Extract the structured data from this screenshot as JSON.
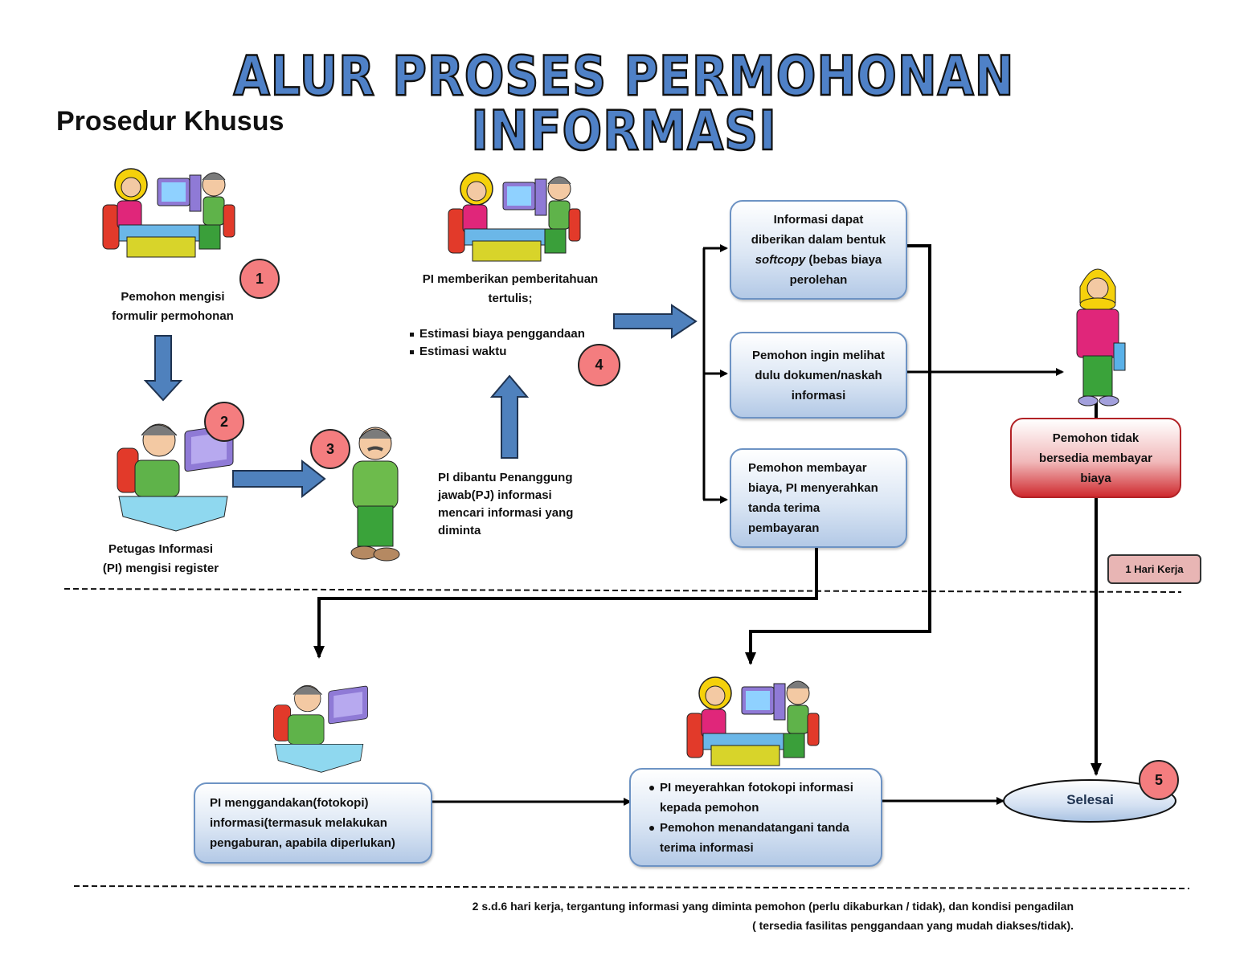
{
  "title": "ALUR PROSES PERMOHONAN INFORMASI",
  "subtitle": "Prosedur Khusus",
  "colors": {
    "title_fill": "#4f81c7",
    "badge": "#f47d7f",
    "box_border": "#6d93c4",
    "red_box_border": "#b22226",
    "block_arrow": "#4f81bd"
  },
  "steps": {
    "step1": {
      "badge": "1",
      "label_line1": "Pemohon mengisi",
      "label_line2": "formulir permohonan",
      "illustration": "applicant-and-officer-at-desk"
    },
    "step2": {
      "badge": "2",
      "label_line1": "Petugas Informasi",
      "label_line2": "(PI) mengisi register",
      "illustration": "officer-at-computer"
    },
    "step3": {
      "badge": "3",
      "illustration": "responsible-person-standing"
    },
    "step3_text": {
      "line1": "PI dibantu Penanggung",
      "line2": "jawab(PJ) informasi",
      "line3": "mencari informasi yang",
      "line4": "diminta"
    },
    "step4": {
      "badge": "4",
      "label_line1": "PI memberikan pemberitahuan",
      "label_line2": "tertulis;",
      "bullets": [
        "Estimasi biaya penggandaan",
        "Estimasi waktu"
      ],
      "illustration": "applicant-and-officer-at-desk"
    },
    "step5": {
      "badge": "5",
      "label": "Selesai"
    }
  },
  "options": {
    "softcopy": {
      "line1": "Informasi dapat",
      "line2": "diberikan dalam bentuk",
      "line3_italic": "softcopy",
      "line3_rest": " (bebas biaya",
      "line4": "perolehan"
    },
    "view_first": {
      "line1": "Pemohon ingin melihat",
      "line2": "dulu dokumen/naskah",
      "line3": "informasi"
    },
    "pay": {
      "line1": "Pemohon membayar",
      "line2": "biaya, PI menyerahkan",
      "line3": "tanda terima",
      "line4": "pembayaran"
    },
    "refuse": {
      "line1": "Pemohon tidak",
      "line2": "bersedia membayar",
      "line3": "biaya",
      "illustration": "applicant-standing"
    }
  },
  "time_tag": "1 Hari Kerja",
  "bottom": {
    "copy_box": {
      "line1": "PI menggandakan(fotokopi)",
      "line2": "informasi(termasuk melakukan",
      "line3": "pengaburan, apabila diperlukan)",
      "illustration": "officer-at-computer"
    },
    "handover_box": {
      "bullets": [
        "PI meyerahkan fotokopi informasi kepada pemohon",
        "Pemohon menandatangani tanda terima informasi"
      ],
      "bullet1_line1": "PI meyerahkan fotokopi informasi",
      "bullet1_line2": "kepada pemohon",
      "bullet2_line1": "Pemohon menandatangani tanda",
      "bullet2_line2": "terima informasi",
      "illustration": "applicant-and-officer-at-desk"
    }
  },
  "footnote": {
    "line1": "2 s.d.6 hari kerja, tergantung informasi yang diminta pemohon (perlu dikaburkan / tidak), dan kondisi pengadilan",
    "line2": "( tersedia fasilitas penggandaan yang mudah diakses/tidak)."
  }
}
